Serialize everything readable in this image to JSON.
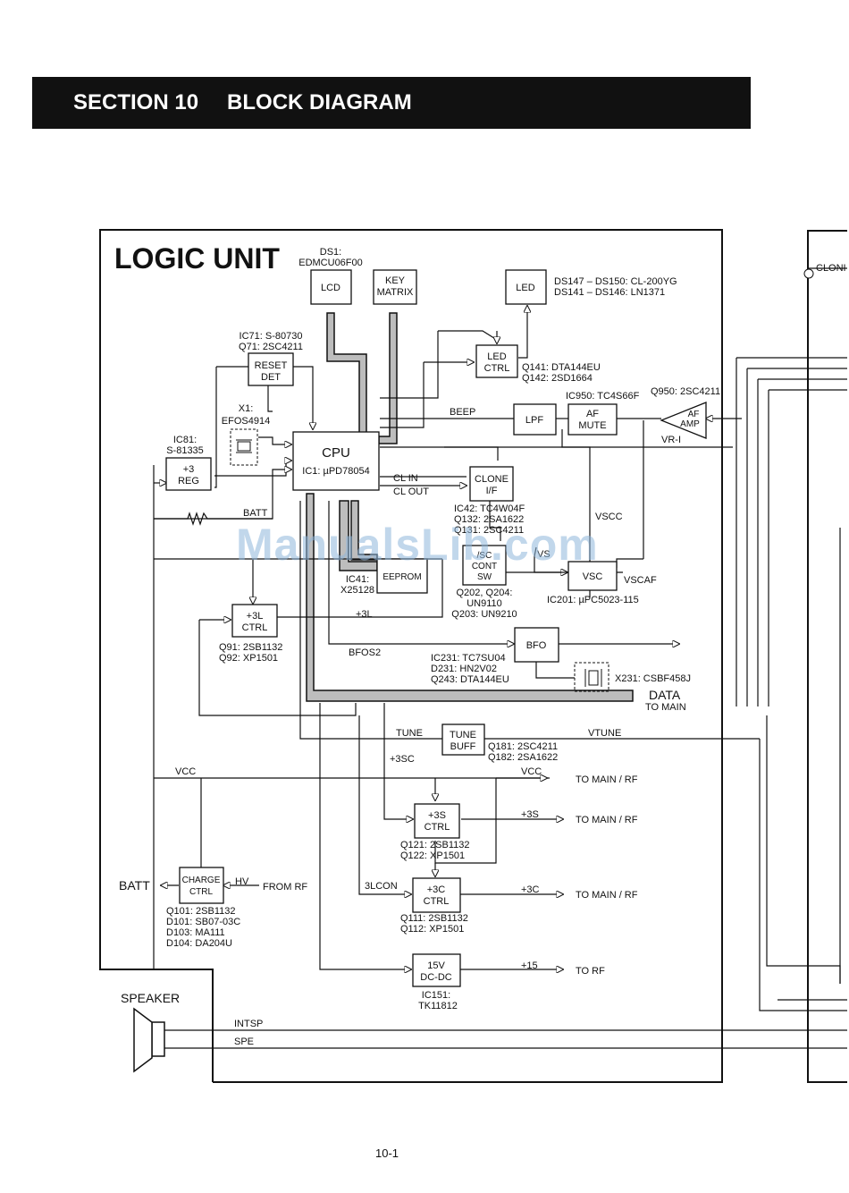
{
  "header": {
    "section": "SECTION 10",
    "title": "BLOCK DIAGRAM"
  },
  "unit_title": "LOGIC UNIT",
  "watermark": "ManualsLib.com",
  "page_number": "10-1",
  "blocks": {
    "lcd": {
      "lines": [
        "LCD"
      ],
      "part": [
        "DS1:",
        "EDMCU06F00"
      ]
    },
    "key": {
      "lines": [
        "KEY",
        "MATRIX"
      ]
    },
    "led": {
      "lines": [
        "LED"
      ],
      "part": [
        "DS147 – DS150: CL-200YG",
        "DS141 – DS146: LN1371"
      ]
    },
    "reset": {
      "lines": [
        "RESET",
        "DET"
      ],
      "part": [
        "IC71: S-80730",
        "Q71: 2SC4211"
      ]
    },
    "ledctrl": {
      "lines": [
        "LED",
        "CTRL"
      ],
      "part": [
        "Q141: DTA144EU",
        "Q142: 2SD1664"
      ]
    },
    "lpf": {
      "lines": [
        "LPF"
      ]
    },
    "afmute": {
      "lines": [
        "AF",
        "MUTE"
      ],
      "part": [
        "IC950: TC4S66F"
      ]
    },
    "afamp": {
      "lines": [
        "AF",
        "AMP"
      ],
      "part": [
        "Q950: 2SC4211"
      ]
    },
    "xtal": {
      "part": [
        "X1:",
        "EFOS4914"
      ]
    },
    "reg": {
      "lines": [
        "+3",
        "REG"
      ],
      "part": [
        "IC81:",
        "S-81335"
      ]
    },
    "cpu": {
      "lines": [
        "CPU",
        "IC1: µPD78054"
      ]
    },
    "clone": {
      "lines": [
        "CLONE",
        "I/F"
      ],
      "part": [
        "IC42: TC4W04F",
        "Q132: 2SA1622",
        "Q131: 2SC4211"
      ]
    },
    "eeprom": {
      "lines": [
        "EEPROM"
      ],
      "part": [
        "IC41:",
        "X25128"
      ]
    },
    "contsw": {
      "lines": [
        "/SC",
        "CONT",
        "SW"
      ],
      "part": [
        "Q202, Q204:",
        "UN9110",
        "Q203: UN9210"
      ]
    },
    "vsc": {
      "lines": [
        "VSC"
      ],
      "part": [
        "IC201: µPC5023-115"
      ]
    },
    "ctrl3l": {
      "lines": [
        "+3L",
        "CTRL"
      ],
      "part": [
        "Q91: 2SB1132",
        "Q92: XP1501"
      ]
    },
    "bfo": {
      "lines": [
        "BFO"
      ],
      "part": [
        "IC231: TC7SU04",
        "D231: HN2V02",
        "Q243: DTA144EU"
      ]
    },
    "x231": {
      "part": [
        "X231: CSBF458J"
      ]
    },
    "tunebuff": {
      "lines": [
        "TUNE",
        "BUFF"
      ],
      "part": [
        "Q181: 2SC4211",
        "Q182: 2SA1622"
      ]
    },
    "ctrl3s": {
      "lines": [
        "+3S",
        "CTRL"
      ],
      "part": [
        "Q121: 2SB1132",
        "Q122: XP1501"
      ]
    },
    "ctrl3c": {
      "lines": [
        "+3C",
        "CTRL"
      ],
      "part": [
        "Q111: 2SB1132",
        "Q112: XP1501"
      ]
    },
    "charge": {
      "lines": [
        "CHARGE",
        "CTRL"
      ],
      "part": [
        "Q101: 2SB1132",
        "D101: SB07-03C",
        "D103: MA111",
        "D104: DA204U"
      ]
    },
    "dcdc": {
      "lines": [
        "15V",
        "DC-DC"
      ],
      "part": [
        "IC151:",
        "TK11812"
      ]
    }
  },
  "signals": {
    "beep": "BEEP",
    "vri": "VR-I",
    "clin": "CL IN",
    "clout": "CL OUT",
    "batt": "BATT",
    "vscc": "VSCC",
    "vs": "VS",
    "vscaf": "VSCAF",
    "p3l": "+3L",
    "bfos2": "BFOS2",
    "data": "DATA",
    "to_main": "TO MAIN",
    "tune": "TUNE",
    "vtune": "VTUNE",
    "p3sc": "+3SC",
    "vcc": "VCC",
    "vcc2": "VCC",
    "to_main_rf_1": "TO MAIN / RF",
    "p3s": "+3S",
    "to_main_rf_2": "TO MAIN / RF",
    "lcon": "3LCON",
    "p3c": "+3C",
    "to_main_rf_3": "TO MAIN / RF",
    "batt_out": "BATT",
    "hv": "HV",
    "from_rf": "FROM RF",
    "p15": "+15",
    "to_rf": "TO RF",
    "speaker": "SPEAKER",
    "intsp": "INTSP",
    "spe": "SPE",
    "clone_right": "CLONI"
  }
}
